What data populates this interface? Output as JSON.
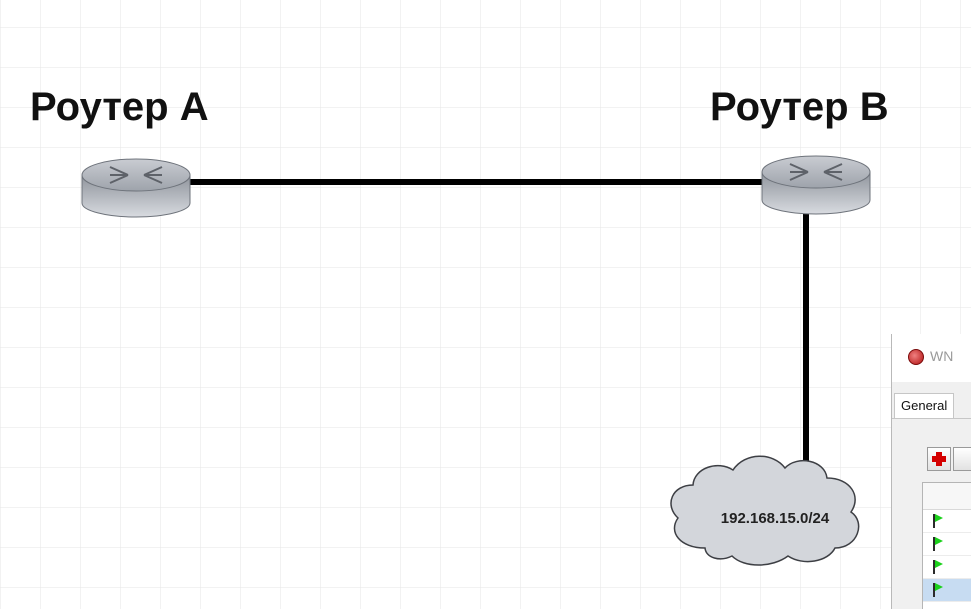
{
  "diagram": {
    "routers": [
      {
        "name": "Роутер A"
      },
      {
        "name": "Роутер B"
      }
    ],
    "network": {
      "label": "192.168.15.0/24"
    },
    "links": [
      {
        "from": "Роутер A",
        "to": "Роутер B"
      },
      {
        "from": "Роутер B",
        "to": "192.168.15.0/24"
      }
    ],
    "colors": {
      "grid": "#e6e6e6",
      "link": "#000000",
      "router_body": "#a9adb5",
      "cloud_fill": "#d3d6db"
    }
  },
  "winbox": {
    "title": "WN",
    "tab_general": "General",
    "add_button_icon": "plus-icon",
    "rows": [
      {
        "status_icon": "green-flag-icon",
        "selected": false
      },
      {
        "status_icon": "green-flag-icon",
        "selected": false
      },
      {
        "status_icon": "green-flag-icon",
        "selected": false
      },
      {
        "status_icon": "green-flag-icon",
        "selected": true
      }
    ]
  }
}
